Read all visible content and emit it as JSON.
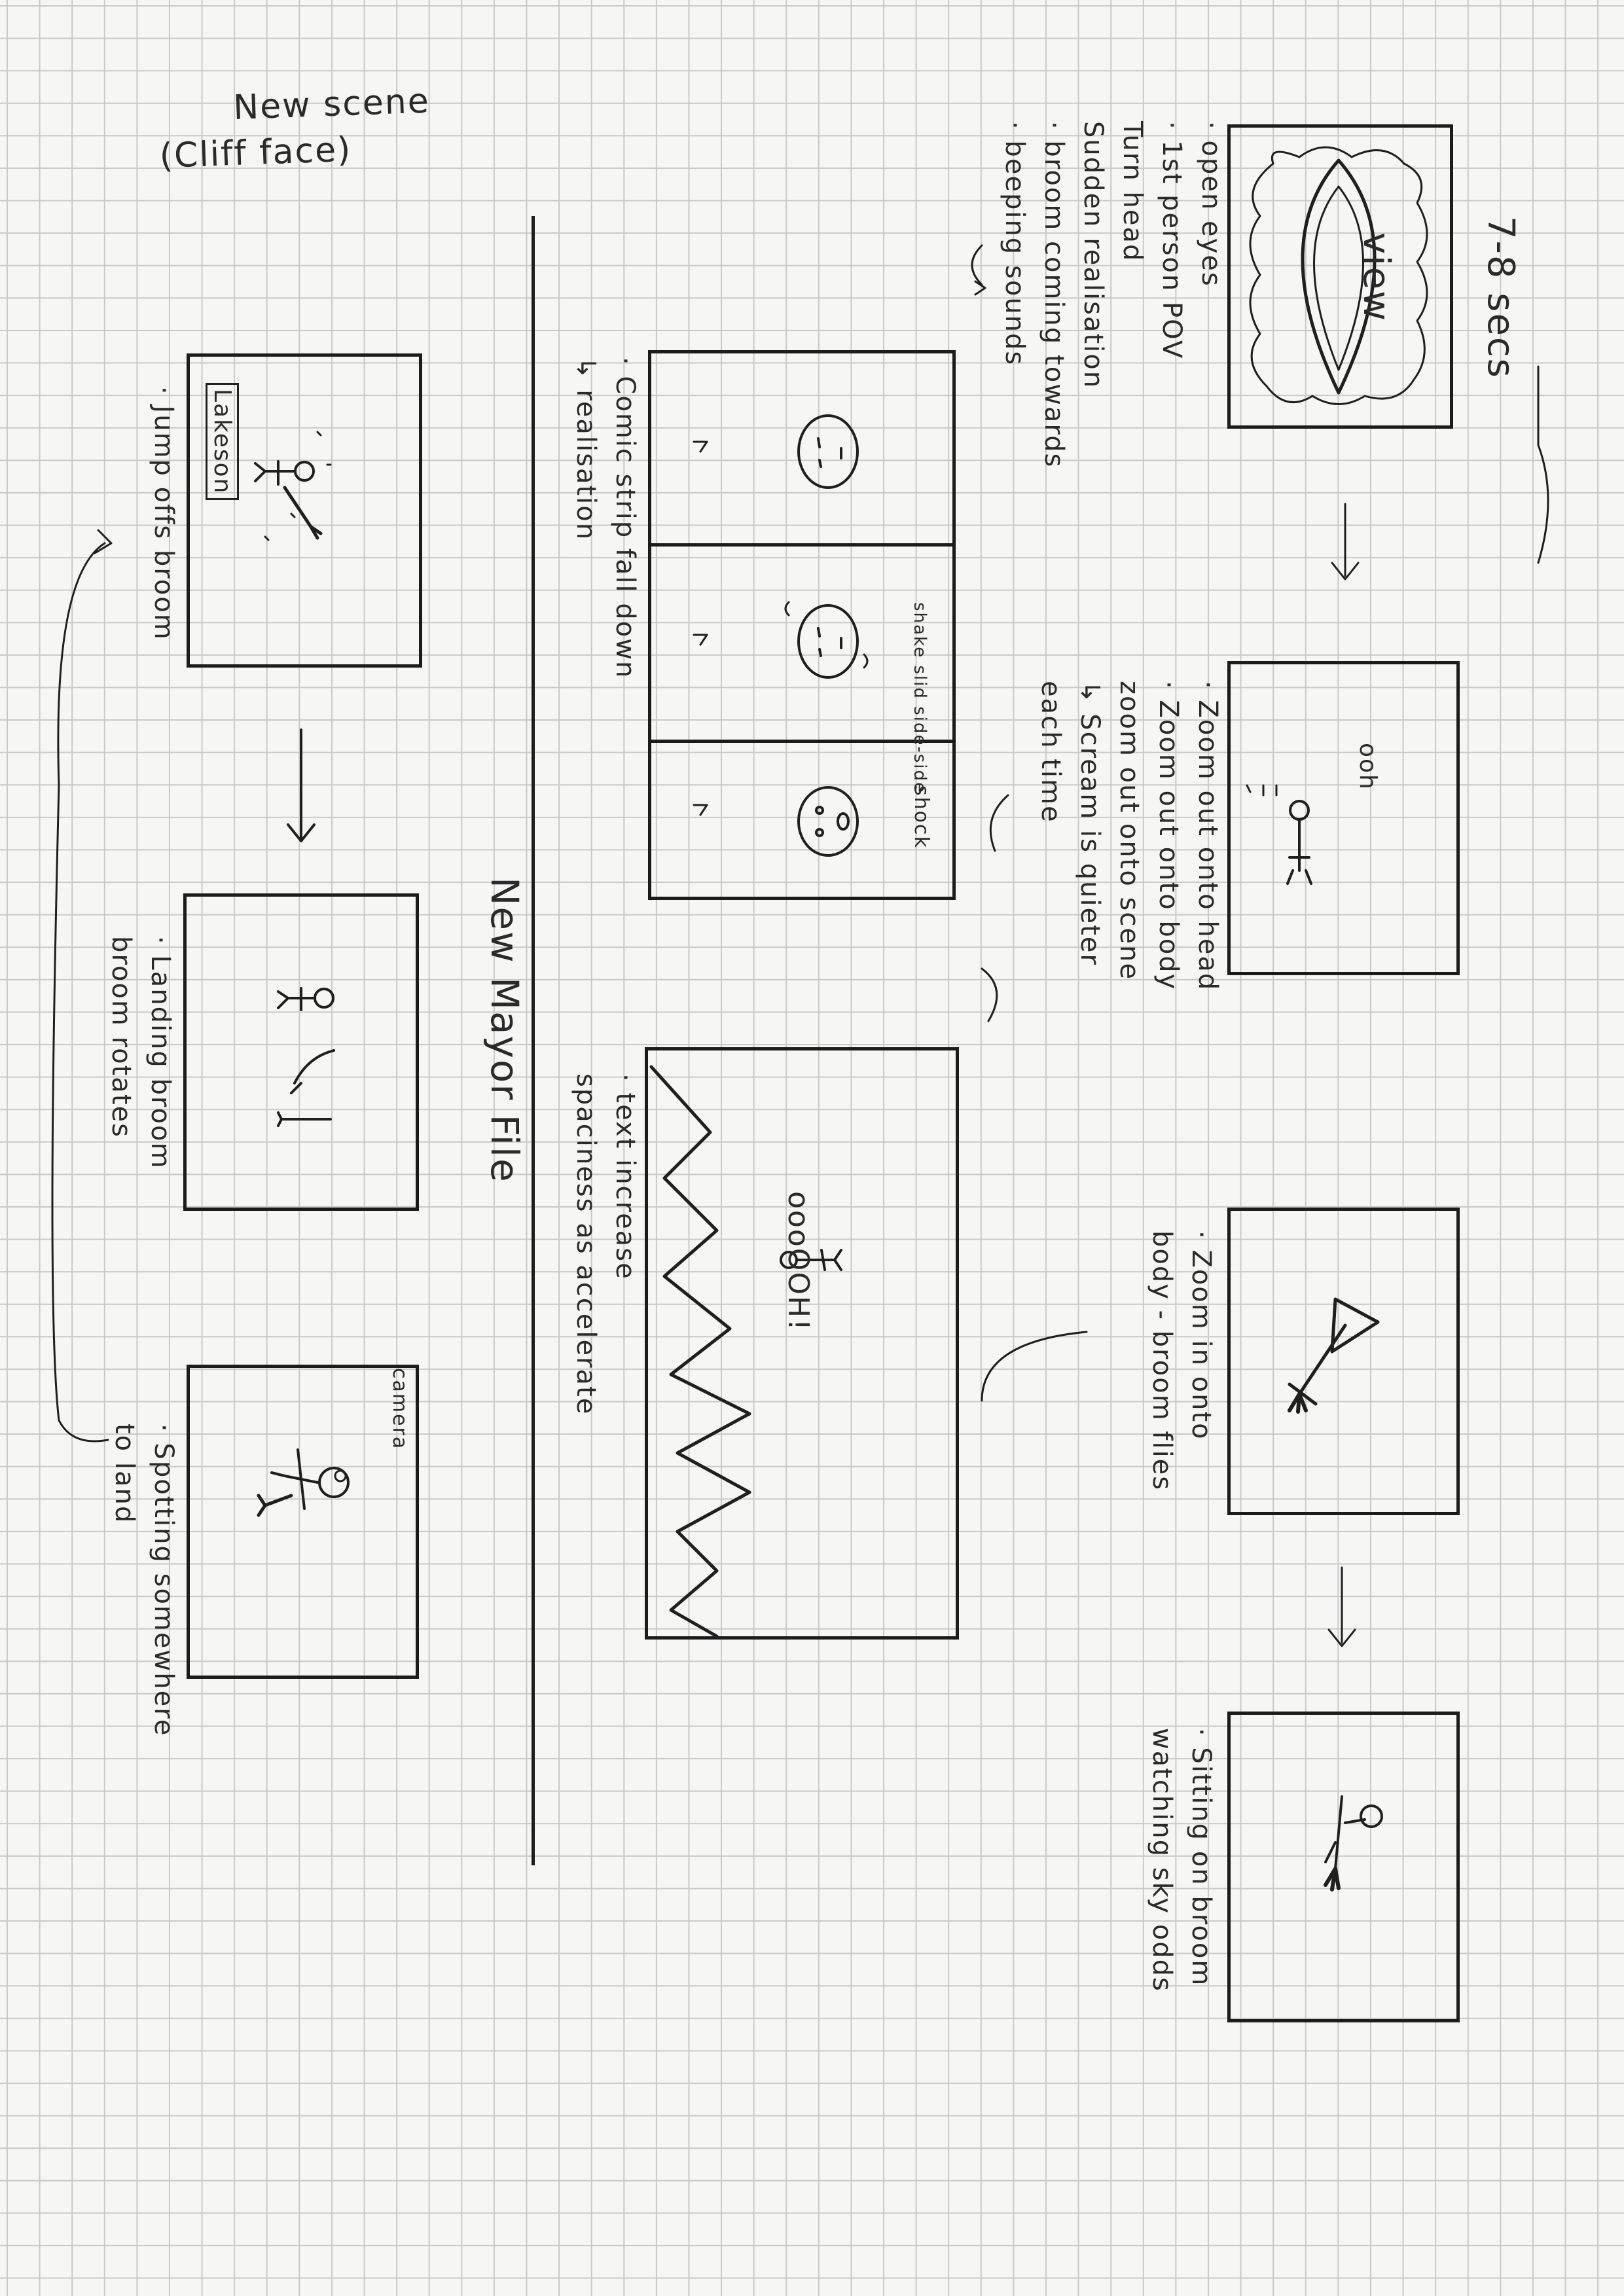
{
  "top_left_note": {
    "line1": "New scene",
    "line2": "(Cliff face)"
  },
  "timing": {
    "duration": "7-8 secs"
  },
  "frame_1": {
    "view_label": "view",
    "notes": [
      "· open eyes",
      "· 1st person POV",
      "  Turn head",
      "  Sudden realisation",
      "· broom coming towards",
      "· beeping sounds"
    ]
  },
  "frame_2": {
    "sound": "ooh",
    "notes": [
      "· Zoom out onto head",
      "· Zoom out onto body",
      "  zoom out onto scene",
      "↳ Scream is quieter",
      "  each time"
    ]
  },
  "frame_3": {
    "notes": [
      "· Zoom in onto",
      "  body - broom flies"
    ]
  },
  "frame_4": {
    "notes": [
      "· Sitting on broom",
      "  watching sky odds"
    ]
  },
  "comic_strip": {
    "notes": [
      "· Comic strip fall down",
      "  ↳ realisation"
    ],
    "panel_labels": [
      "shake",
      "side-side",
      "shock"
    ],
    "shake_detail": "shake slid side-side"
  },
  "fall_frame": {
    "scream": "oooOOH!",
    "notes": [
      "· text increase",
      "  spaciness as accelerate"
    ]
  },
  "divider_note": "New Mayor File",
  "left_frame_1": {
    "sign": "Lakeson",
    "notes": [
      "· Jump offs broom"
    ]
  },
  "left_frame_2": {
    "notes": [
      "· Landing broom",
      "  broom rotates"
    ]
  },
  "left_frame_3": {
    "camera_label": "camera",
    "notes": [
      "· Spotting somewhere",
      "  to land"
    ]
  },
  "accent_colors": {
    "ink": "#1f1f1f",
    "grid": "#c9c9c9",
    "paper": "#f6f6f5"
  }
}
